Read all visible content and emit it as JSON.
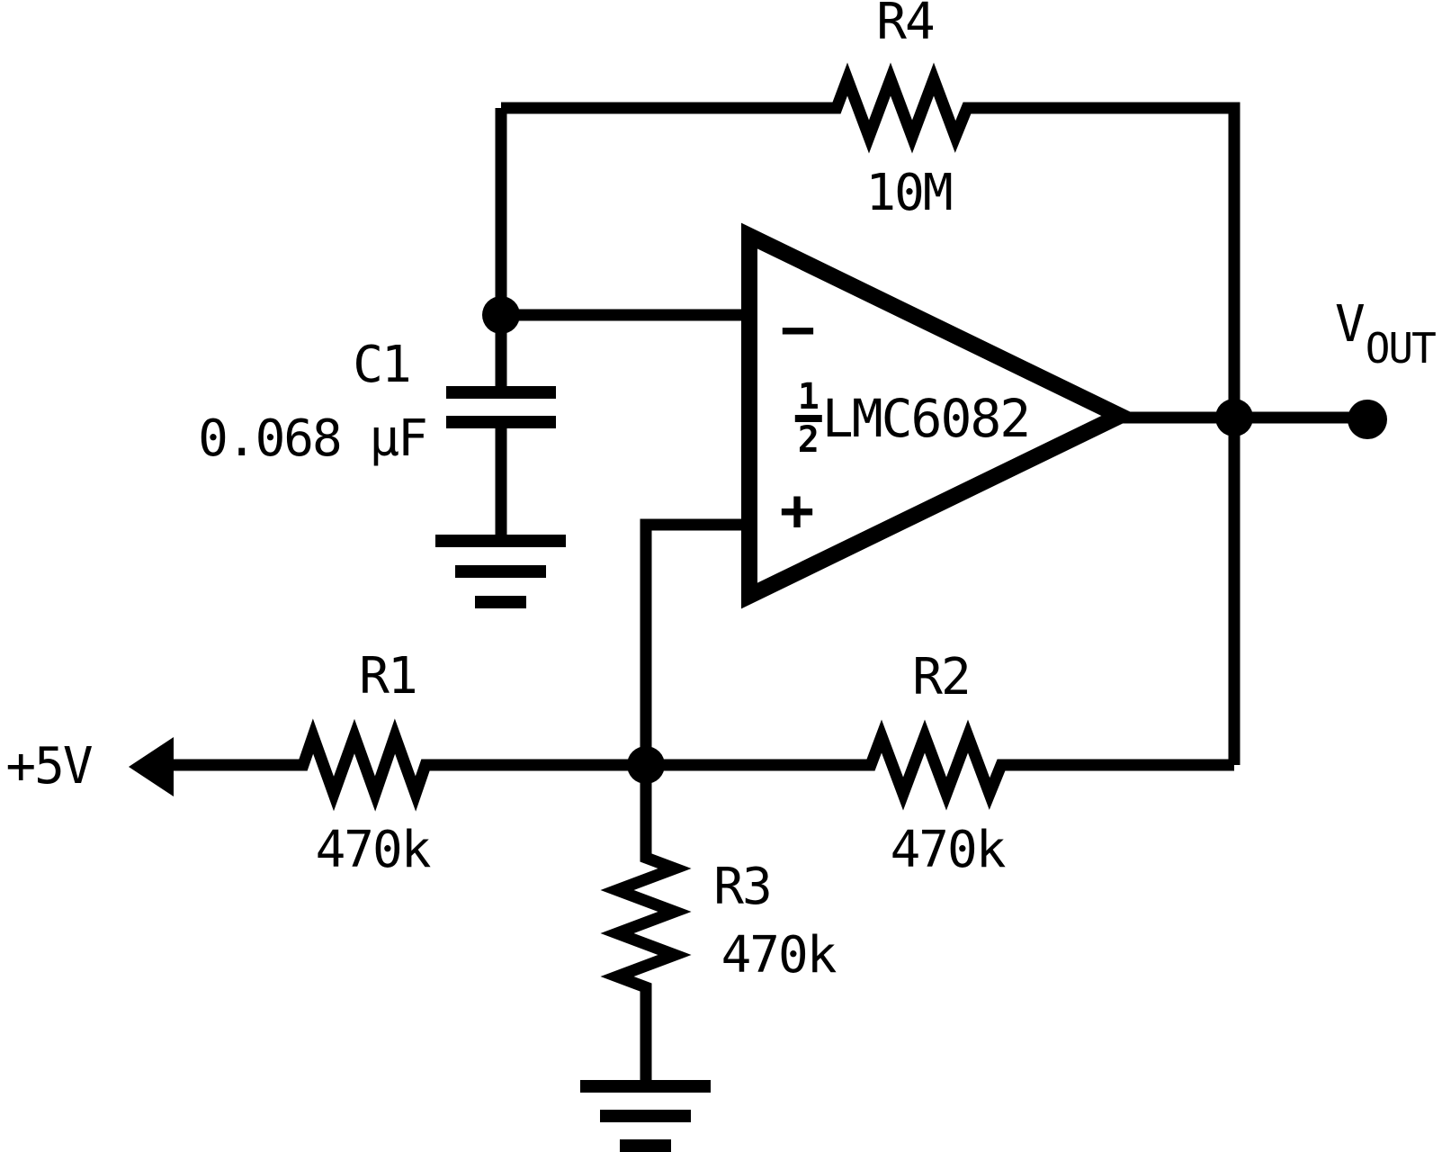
{
  "schematic": {
    "colors": {
      "ink": "#000000",
      "background": "#ffffff"
    },
    "components": {
      "r1": {
        "ref": "R1",
        "value": "470k"
      },
      "r2": {
        "ref": "R2",
        "value": "470k"
      },
      "r3": {
        "ref": "R3",
        "value": "470k"
      },
      "r4": {
        "ref": "R4",
        "value": "10M"
      },
      "c1": {
        "ref": "C1",
        "value": "0.068 µF"
      },
      "opamp": {
        "fraction_numerator": "1",
        "fraction_denominator": "2",
        "part": "LMC6082",
        "inverting_input": "−",
        "noninverting_input": "+"
      }
    },
    "nets": {
      "supply": "+5V",
      "output": {
        "base": "V",
        "subscript": "OUT"
      }
    }
  }
}
